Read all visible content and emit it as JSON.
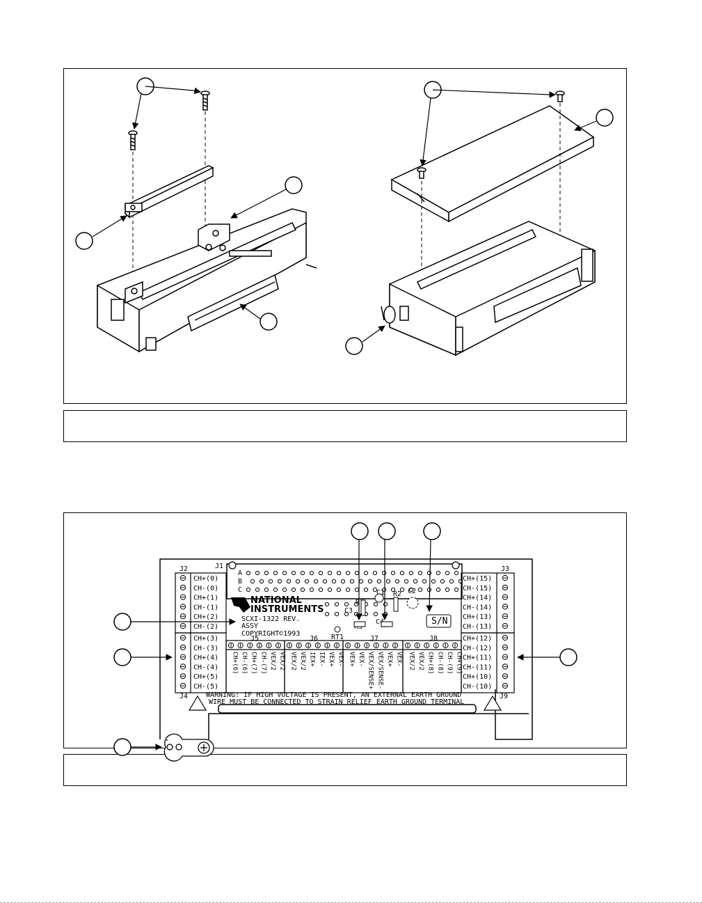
{
  "figure1": {
    "caption": ""
  },
  "figure2": {
    "caption": "",
    "connectors": {
      "j1": "J1",
      "j2": "J2",
      "j3": "J3",
      "j4": "J4",
      "j5": "J5",
      "j6": "J6",
      "j7": "J7",
      "j8": "J8",
      "j9": "J9"
    },
    "row_labels": [
      "A",
      "B",
      "C"
    ],
    "left_upper_terminals": [
      "CH+(0)",
      "CH-(0)",
      "CH+(1)",
      "CH-(1)",
      "CH+(2)",
      "CH-(2)"
    ],
    "left_lower_terminals": [
      "CH+(3)",
      "CH-(3)",
      "CH+(4)",
      "CH-(4)",
      "CH+(5)",
      "CH-(5)"
    ],
    "right_upper_terminals": [
      "CH+(15)",
      "CH-(15)",
      "CH+(14)",
      "CH-(14)",
      "CH+(13)",
      "CH-(13)"
    ],
    "right_lower_terminals": [
      "CH+(12)",
      "CH-(12)",
      "CH+(11)",
      "CH-(11)",
      "CH+(10)",
      "CH-(10)"
    ],
    "j5_terminals": [
      "CH+(6)",
      "CH-(6)",
      "CH+(7)",
      "CH-(7)",
      "VEX/2",
      "VEX/2"
    ],
    "j6_terminals": [
      "VEX/2",
      "VEX/2",
      "IEX+",
      "IEX-",
      "VEX+",
      "VEX-"
    ],
    "j7_terminals": [
      "VEX+",
      "VEX-",
      "VEX/SENSE+",
      "VEX/SENSE-",
      "VEX+",
      "VEX-"
    ],
    "j8_terminals": [
      "VEX/2",
      "VEX/2",
      "CH+(8)",
      "CH-(8)",
      "CH-(9)",
      "CH+(9)"
    ],
    "brand_line1": "NATIONAL",
    "brand_line2": "INSTRUMENTS",
    "board_name": "SCXI-1322 REV.",
    "assy": "ASSY",
    "copyright": "COPYRIGHT©1993",
    "components": {
      "c1": "C1",
      "c2": "C2",
      "c3": "C3",
      "c4": "C4",
      "r1": "R1",
      "r2": "R2",
      "r3": "R3",
      "r4": "R4",
      "rt1": "RT1"
    },
    "serial_label": "S/N",
    "warning_line1": "WARNING: IF HIGH VOLTAGE IS PRESENT, AN EXTERNAL EARTH GROUND",
    "warning_line2": "WIRE MUST BE CONNECTED TO STRAIN RELIEF EARTH GROUND TERMINAL"
  }
}
